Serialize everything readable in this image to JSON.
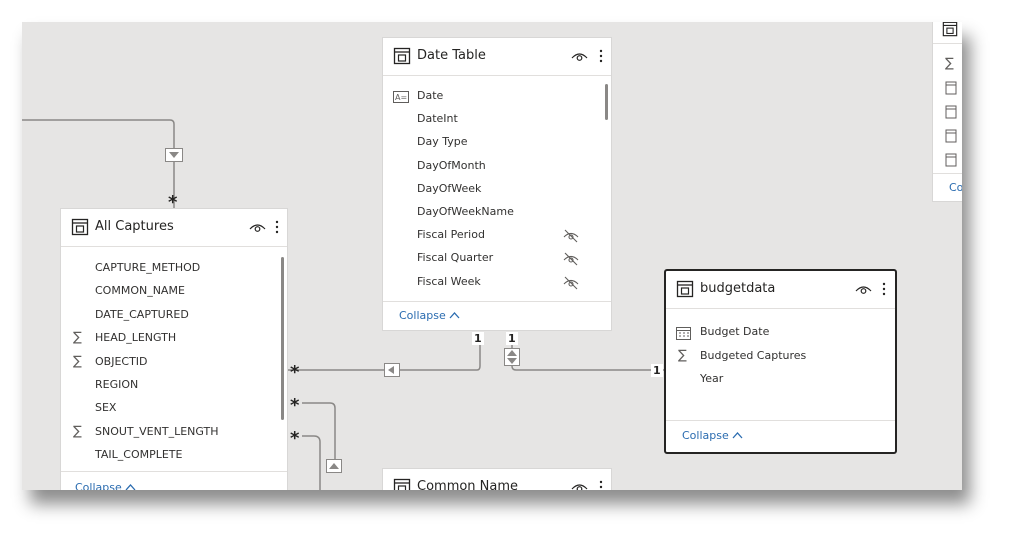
{
  "tables": {
    "date_table": {
      "title": "Date Table",
      "fields": [
        {
          "name": "Date",
          "icon": "calendar-text-icon",
          "hidden": false
        },
        {
          "name": "DateInt",
          "icon": "",
          "hidden": false
        },
        {
          "name": "Day Type",
          "icon": "",
          "hidden": false
        },
        {
          "name": "DayOfMonth",
          "icon": "",
          "hidden": false
        },
        {
          "name": "DayOfWeek",
          "icon": "",
          "hidden": false
        },
        {
          "name": "DayOfWeekName",
          "icon": "",
          "hidden": false
        },
        {
          "name": "Fiscal Period",
          "icon": "",
          "hidden": true
        },
        {
          "name": "Fiscal Quarter",
          "icon": "",
          "hidden": true
        },
        {
          "name": "Fiscal Week",
          "icon": "",
          "hidden": true
        }
      ],
      "collapse_label": "Collapse"
    },
    "all_captures": {
      "title": "All Captures",
      "fields": [
        {
          "name": "CAPTURE_METHOD",
          "icon": ""
        },
        {
          "name": "COMMON_NAME",
          "icon": ""
        },
        {
          "name": "DATE_CAPTURED",
          "icon": ""
        },
        {
          "name": "HEAD_LENGTH",
          "icon": "sigma-icon"
        },
        {
          "name": "OBJECTID",
          "icon": "sigma-icon"
        },
        {
          "name": "REGION",
          "icon": ""
        },
        {
          "name": "SEX",
          "icon": ""
        },
        {
          "name": "SNOUT_VENT_LENGTH",
          "icon": "sigma-icon"
        },
        {
          "name": "TAIL_COMPLETE",
          "icon": ""
        }
      ],
      "collapse_label": "Collapse"
    },
    "budgetdata": {
      "title": "budgetdata",
      "fields": [
        {
          "name": "Budget Date",
          "icon": "calendar-icon"
        },
        {
          "name": "Budgeted Captures",
          "icon": "sigma-icon"
        },
        {
          "name": "Year",
          "icon": ""
        }
      ],
      "collapse_label": "Collapse"
    },
    "common_name": {
      "title": "Common Name"
    },
    "partial_right": {
      "collapse_label": "Co"
    }
  },
  "relationships": {
    "labels": {
      "one_date_left": "1",
      "one_date_right": "1",
      "one_budget": "1",
      "many_symbol": "*"
    }
  },
  "colors": {
    "canvas": "#e6e5e4",
    "line": "#8a8886",
    "link": "#2b6cb0"
  }
}
